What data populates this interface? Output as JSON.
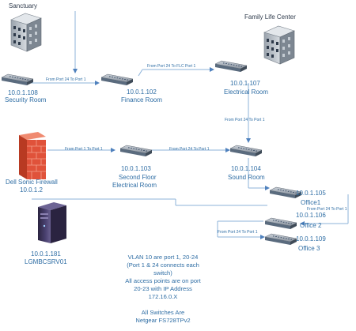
{
  "buildings": {
    "sanctuary": "Sanctuary",
    "family_life_center": "Family Life Center"
  },
  "devices": {
    "security_room": {
      "ip": "10.0.1.108",
      "name": "Security Room"
    },
    "finance_room": {
      "ip": "10.0.1.102",
      "name": "Finance Room"
    },
    "electrical_room": {
      "ip": "10.0.1.107",
      "name": "Electrical Room"
    },
    "second_floor": {
      "ip": "10.0.1.103",
      "name_line1": "Second Floor",
      "name_line2": "Electrical Room"
    },
    "sound_room": {
      "ip": "10.0.1.104",
      "name": "Sound Room"
    },
    "office1": {
      "ip": "10.0.1.105",
      "name": "Office1"
    },
    "office2": {
      "ip": "10.0.1.106",
      "name": "Office 2"
    },
    "office3": {
      "ip": "10.0.1.109",
      "name": "Office 3"
    },
    "firewall": {
      "name": "Dell Sonic Firewall",
      "ip": "10.0.1.2"
    },
    "server": {
      "ip": "10.0.1.181",
      "name": "LGMBCSRV01"
    }
  },
  "connections": {
    "security_finance": "From Port 24 To Port 1",
    "finance_flc": "From Port 24 To FLC Port 1",
    "electrical_sound": "From Port 24 To Port 1",
    "firewall_second": "From Port 1 To Port 1",
    "second_sound": "From Port 24 To Port 1",
    "office1_office2": "From Port 24 To Port 1",
    "office2_office3": "From Port 24 To Port 1"
  },
  "notes": {
    "vlan": [
      "VLAN 10 are port 1, 20-24",
      "(Port 1 & 24 connects each",
      "switch)",
      "All access points are on port",
      "20-23 with IP Address",
      "172.16.0.X"
    ],
    "switches": [
      "All Switches Are",
      "Netgear FS728TPv2"
    ]
  },
  "colors": {
    "line": "#8db3d9",
    "arrow": "#4f81bd",
    "text": "#2e6da4",
    "firewall": "#e0523a",
    "server": "#3a3358"
  },
  "icons": [
    "building-icon",
    "switch-icon",
    "firewall-icon",
    "server-icon"
  ]
}
